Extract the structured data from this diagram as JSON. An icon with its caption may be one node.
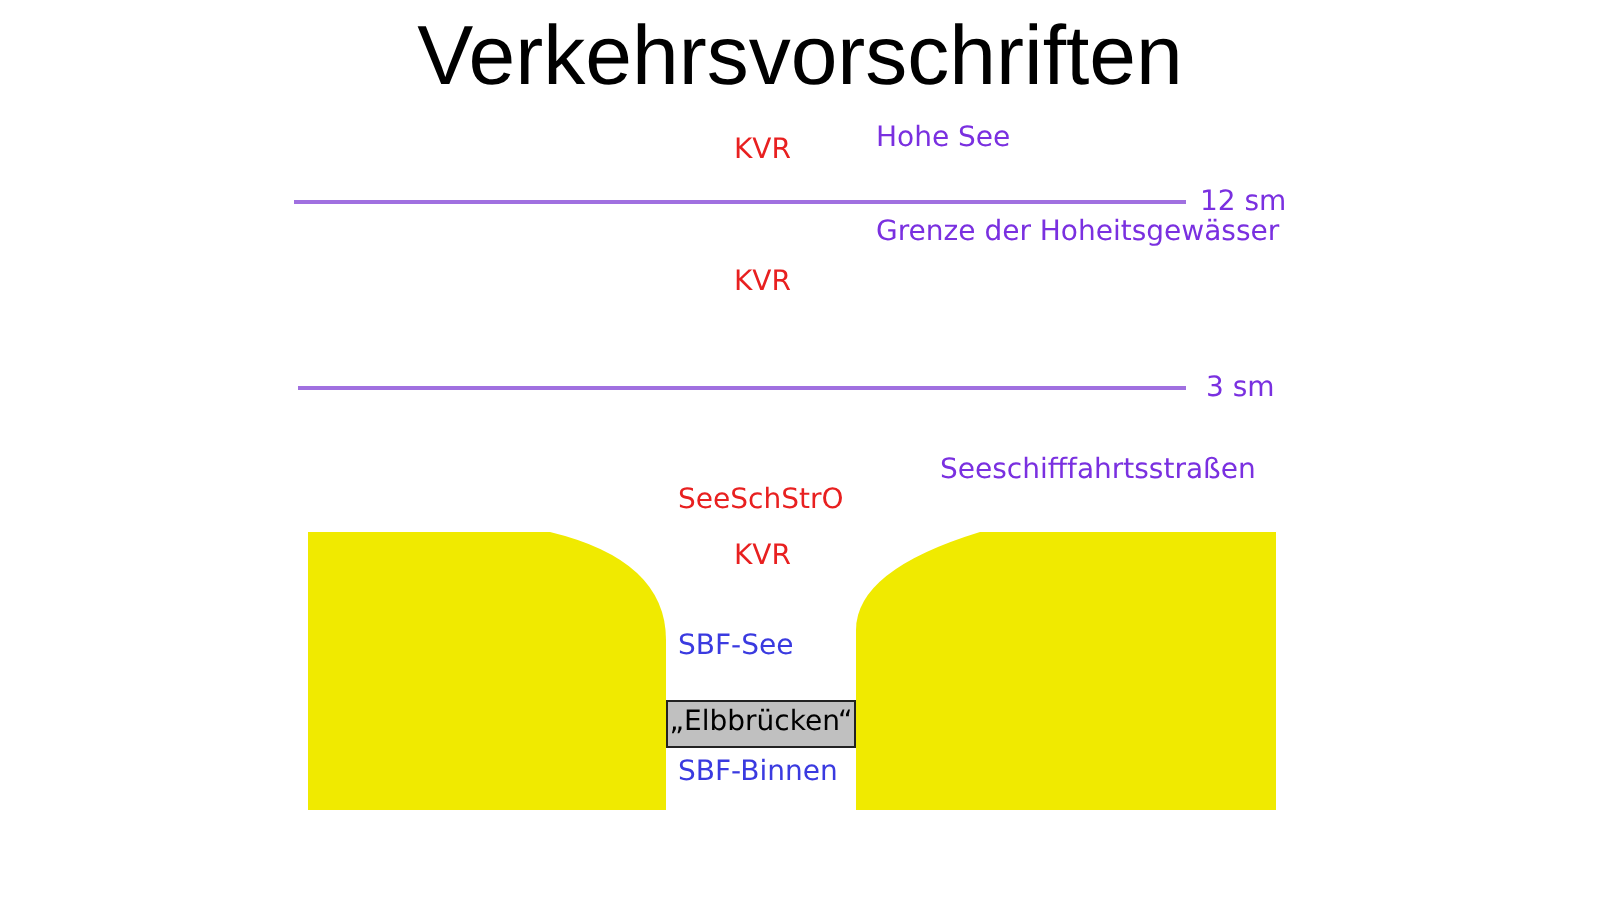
{
  "diagram": {
    "title": "Verkehrsvorschriften",
    "nodes": [
      {
        "text": [
          "„Elbbrücken“"
        ]
      }
    ],
    "labels": [
      "KVR",
      "Hohe See",
      "12 sm",
      "Grenze der Hoheitsgewässer",
      "KVR",
      "3 sm",
      "Seeschifffahrtsstraßen",
      "SeeSchStrO",
      "KVR",
      "SBF-See",
      "SBF-Binnen"
    ]
  }
}
